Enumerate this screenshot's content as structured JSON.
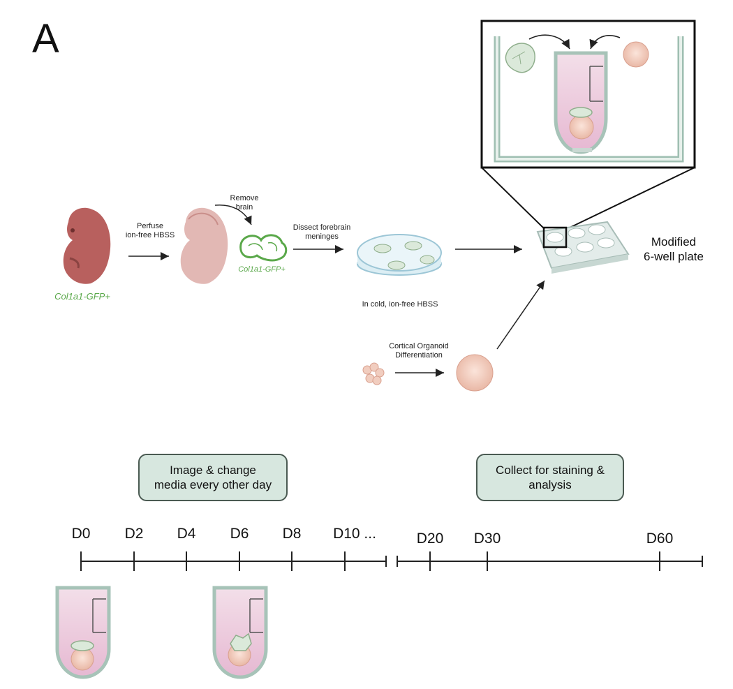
{
  "panel_label": "A",
  "steps": {
    "perfuse": "Perfuse\nion-free HBSS",
    "remove_brain": "Remove\nbrain",
    "dissect": "Dissect forebrain\nmeninges",
    "in_cold": "In cold, ion-free HBSS",
    "organoid": "Cortical Organoid\nDifferentiation"
  },
  "labels": {
    "col1a1_mouse": "Col1a1-GFP+",
    "col1a1_brain": "Col1a1-GFP+",
    "plate": "Modified\n6-well plate"
  },
  "boxes": {
    "image_change": "Image & change\nmedia every other day",
    "collect": "Collect for staining &\nanalysis"
  },
  "timeline": {
    "days_left": [
      "D0",
      "D2",
      "D4",
      "D6",
      "D8",
      "D10 ..."
    ],
    "days_right": [
      "D20",
      "D30",
      "D60"
    ]
  },
  "colors": {
    "embryo": "#b8605e",
    "embryo_pale": "#e2b8b4",
    "gfp_green": "#5aa84a",
    "media_pink": "#ecc6dc",
    "box_fill": "#d7e7df",
    "organoid": "#f1cdbf"
  }
}
